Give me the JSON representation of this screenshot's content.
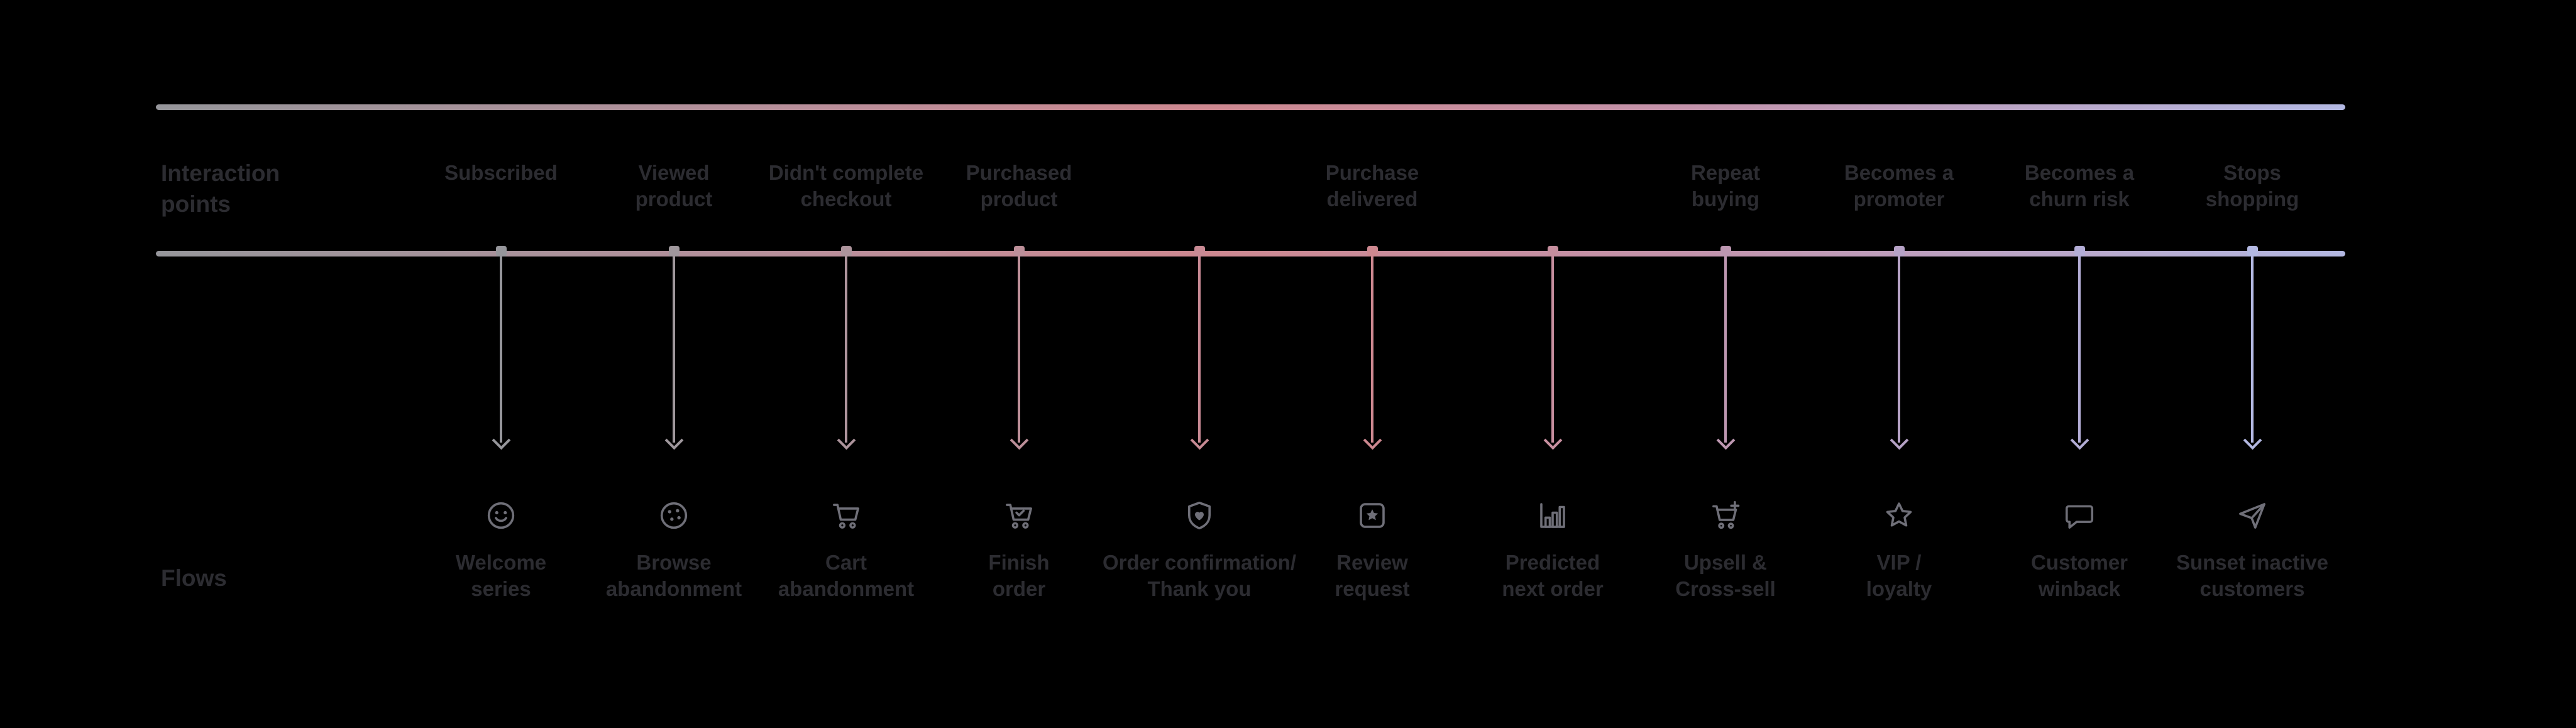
{
  "page": {
    "background": "#000000",
    "text_color": "#2c2c31",
    "gradient": {
      "start": "#96969b",
      "middle": "#cd8890",
      "end": "#b3b8e2"
    }
  },
  "headings": {
    "interaction_points": [
      "Interaction",
      "points"
    ],
    "flows": [
      "Flows"
    ]
  },
  "columns": [
    {
      "interaction_point": [
        "Subscribed"
      ],
      "flow": [
        "Welcome",
        "series"
      ],
      "icon": "smiley-icon",
      "color": "#96969b"
    },
    {
      "interaction_point": [
        "Viewed",
        "product"
      ],
      "flow": [
        "Browse",
        "abandonment"
      ],
      "icon": "browse-icon",
      "color": "#9f979c"
    },
    {
      "interaction_point": [
        "Didn't complete",
        "checkout"
      ],
      "flow": [
        "Cart",
        "abandonment"
      ],
      "icon": "cart-icon",
      "color": "#ad949c"
    },
    {
      "interaction_point": [
        "Purchased",
        "product"
      ],
      "flow": [
        "Finish",
        "order"
      ],
      "icon": "cart-check-icon",
      "color": "#bc8f99"
    },
    {
      "interaction_point": [],
      "flow": [
        "Order confirmation/",
        "Thank you"
      ],
      "icon": "heart-shield-icon",
      "color": "#c88a94"
    },
    {
      "interaction_point": [
        "Purchase",
        "delivered"
      ],
      "flow": [
        "Review",
        "request"
      ],
      "icon": "review-star-icon",
      "color": "#cd8890"
    },
    {
      "interaction_point": [],
      "flow": [
        "Predicted",
        "next order"
      ],
      "icon": "bar-chart-icon",
      "color": "#c68e9e"
    },
    {
      "interaction_point": [
        "Repeat",
        "buying"
      ],
      "flow": [
        "Upsell &",
        "Cross-sell"
      ],
      "icon": "cart-plus-icon",
      "color": "#bd97b1"
    },
    {
      "interaction_point": [
        "Becomes a",
        "promoter"
      ],
      "flow": [
        "VIP /",
        "loyalty"
      ],
      "icon": "star-icon",
      "color": "#b6a2c6"
    },
    {
      "interaction_point": [
        "Becomes a",
        "churn risk"
      ],
      "flow": [
        "Customer",
        "winback"
      ],
      "icon": "chat-bubble-icon",
      "color": "#b3add6"
    },
    {
      "interaction_point": [
        "Stops",
        "shopping"
      ],
      "flow": [
        "Sunset inactive",
        "customers"
      ],
      "icon": "paper-plane-icon",
      "color": "#b3b8e2"
    }
  ],
  "column_centers": [
    797,
    1072,
    1346,
    1621,
    1908,
    2183,
    2470,
    2745,
    3021,
    3308,
    3583
  ]
}
